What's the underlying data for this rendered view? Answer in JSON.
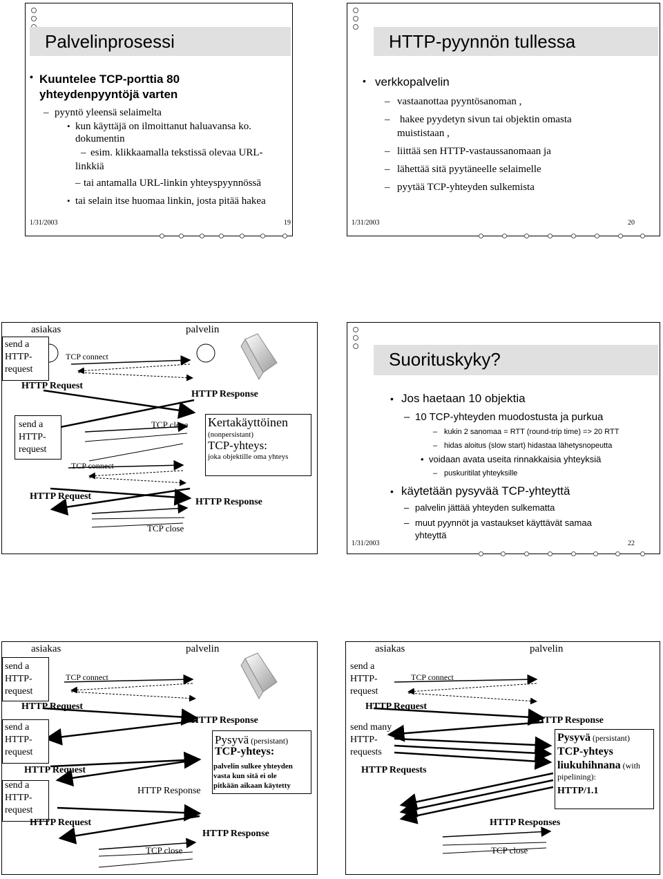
{
  "slide19": {
    "title": "Palvelinprosessi",
    "b1_line1": "Kuuntelee TCP-porttia 80",
    "b1_line2": "yhteydenpyyntöjä varten",
    "sub1": "pyyntö yleensä selaimelta",
    "sub2_line1": "kun käyttäjä on ilmoittanut haluavansa ko.",
    "sub2_line2": "dokumentin",
    "sub3_line1": "esim. klikkaamalla tekstissä olevaa URL-",
    "sub3_line2": "linkkiä",
    "sub4": "tai antamalla URL-linkin yhteyspyynnössä",
    "sub5": "tai selain itse huomaa linkin, josta pitää hakea",
    "date": "1/31/2003",
    "page": "19"
  },
  "slide20": {
    "title": "HTTP-pyynnön tullessa",
    "bullet": "verkkopalvelin",
    "items": [
      "vastaanottaa pyyntösanoman ,",
      "hakee pyydetyn sivun tai objektin omasta",
      "muististaan ,",
      "liittää sen HTTP-vastaussanomaan ja",
      "lähettää sitä pyytäneelle selaimelle",
      "pyytää TCP-yhteyden sulkemista"
    ],
    "date": "1/31/2003",
    "page": "20"
  },
  "slide21": {
    "asiakas": "asiakas",
    "palvelin": "palvelin",
    "send1": [
      "send a",
      "HTTP-",
      "request"
    ],
    "tcp_connect1": "TCP connect",
    "http_request1": "HTTP Request",
    "http_response1": "HTTP Response",
    "send2": [
      "send a",
      "HTTP-",
      "request"
    ],
    "tcp_close1": "TCP close",
    "tcp_connect2": "TCP connect",
    "http_request2": "HTTP Request",
    "http_response2": "HTTP Response",
    "tcp_close2": "TCP close",
    "box_line1": "Kertakäyttöinen",
    "box_line2": "(nonpersistant)",
    "box_line3": "TCP-yhteys:",
    "box_line4": "joka objektille oma yhteys"
  },
  "slide22": {
    "title": "Suorituskyky?",
    "b1": "Jos   haetaan 10 objektia",
    "d1": "10 TCP-yhteyden muodostusta  ja purkua",
    "d2": "kukin 2 sanomaa   = RTT (round-trip time) => 20 RTT",
    "d3": "hidas aloitus (slow start) hidastaa lähetysnopeutta",
    "d4": "voidaan avata useita rinnakkaisia yhteyksiä",
    "d5": "puskuritilat yhteyksille",
    "b2": "käytetään pysyvää TCP-yhteyttä",
    "d6": "palvelin jättää yhteyden  sulkematta",
    "d7_line1": "muut pyynnöt ja vastaukset käyttävät samaa",
    "d7_line2": "yhteyttä",
    "date": "1/31/2003",
    "page": "22"
  },
  "slide23": {
    "asiakas": "asiakas",
    "palvelin": "palvelin",
    "send1": [
      "send a",
      "HTTP-",
      "request"
    ],
    "tcp_connect": "TCP connect",
    "http_request1": "HTTP Request",
    "http_response1": "HTTP Response",
    "send2": [
      "send a",
      "HTTP-",
      "request"
    ],
    "http_request2": "HTTP Request",
    "send3": [
      "send a",
      "HTTP-",
      "request"
    ],
    "http_response2": "HTTP Response",
    "http_request3": "HTTP Request",
    "http_response3": "HTTP Response",
    "tcp_close": "TCP close",
    "box_line1a": "Pysyvä",
    "box_line1b": " (persistant)",
    "box_line2": "TCP-yhteys:",
    "box_line3": "palvelin sulkee yhteyden",
    "box_line4": "vasta kun sitä ei ole",
    "box_line5": "pitkään aikaan käytetty"
  },
  "slide24": {
    "asiakas": "asiakas",
    "palvelin": "palvelin",
    "send1": [
      "send a",
      "HTTP-",
      "request"
    ],
    "tcp_connect": "TCP connect",
    "http_request": "HTTP Request",
    "http_response": "HTTP Response",
    "send2": [
      "send many",
      "HTTP-",
      "requests"
    ],
    "http_requests": "HTTP Requests",
    "http_responses": "HTTP Responses",
    "tcp_close": "TCP close",
    "box_line1a": "Pysyvä",
    "box_line1b": " (persistant)",
    "box_line2": "TCP-yhteys",
    "box_line3a": "liukuhihnana",
    "box_line3b": " (with",
    "box_line4": "pipelining):",
    "box_line5": "HTTP/1.1"
  }
}
